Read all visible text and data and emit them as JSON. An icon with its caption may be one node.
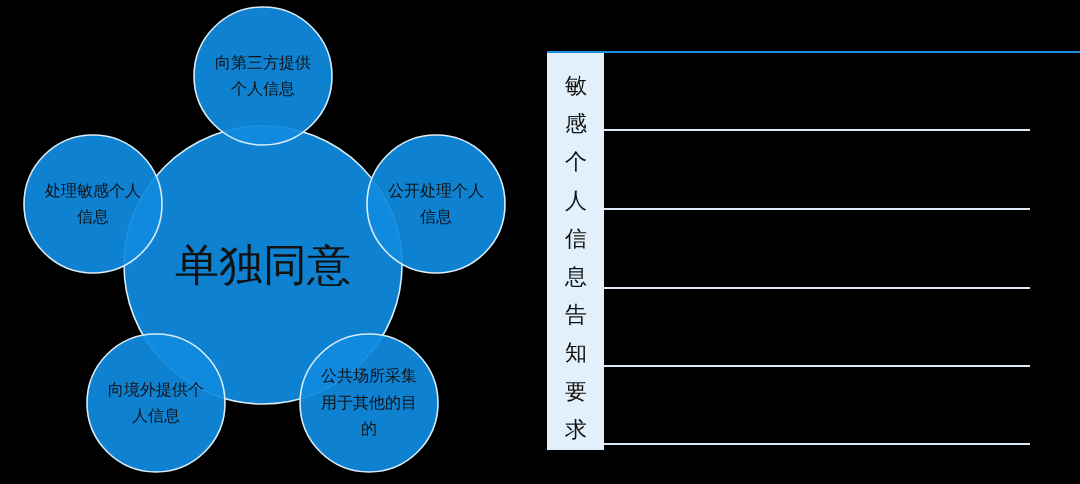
{
  "diagram": {
    "nodes": [
      {
        "text": [
          "单独同意"
        ]
      },
      {
        "text": [
          "向第三方提供个人信息"
        ]
      },
      {
        "text": [
          "处理敏感个人信息"
        ]
      },
      {
        "text": [
          "公开处理个人信息"
        ]
      },
      {
        "text": [
          "向境外提供个人信息"
        ]
      },
      {
        "text": [
          "公共场所采集用于其他的目的"
        ]
      },
      {
        "text": [
          "敏感个人信息告知要求"
        ]
      }
    ]
  }
}
